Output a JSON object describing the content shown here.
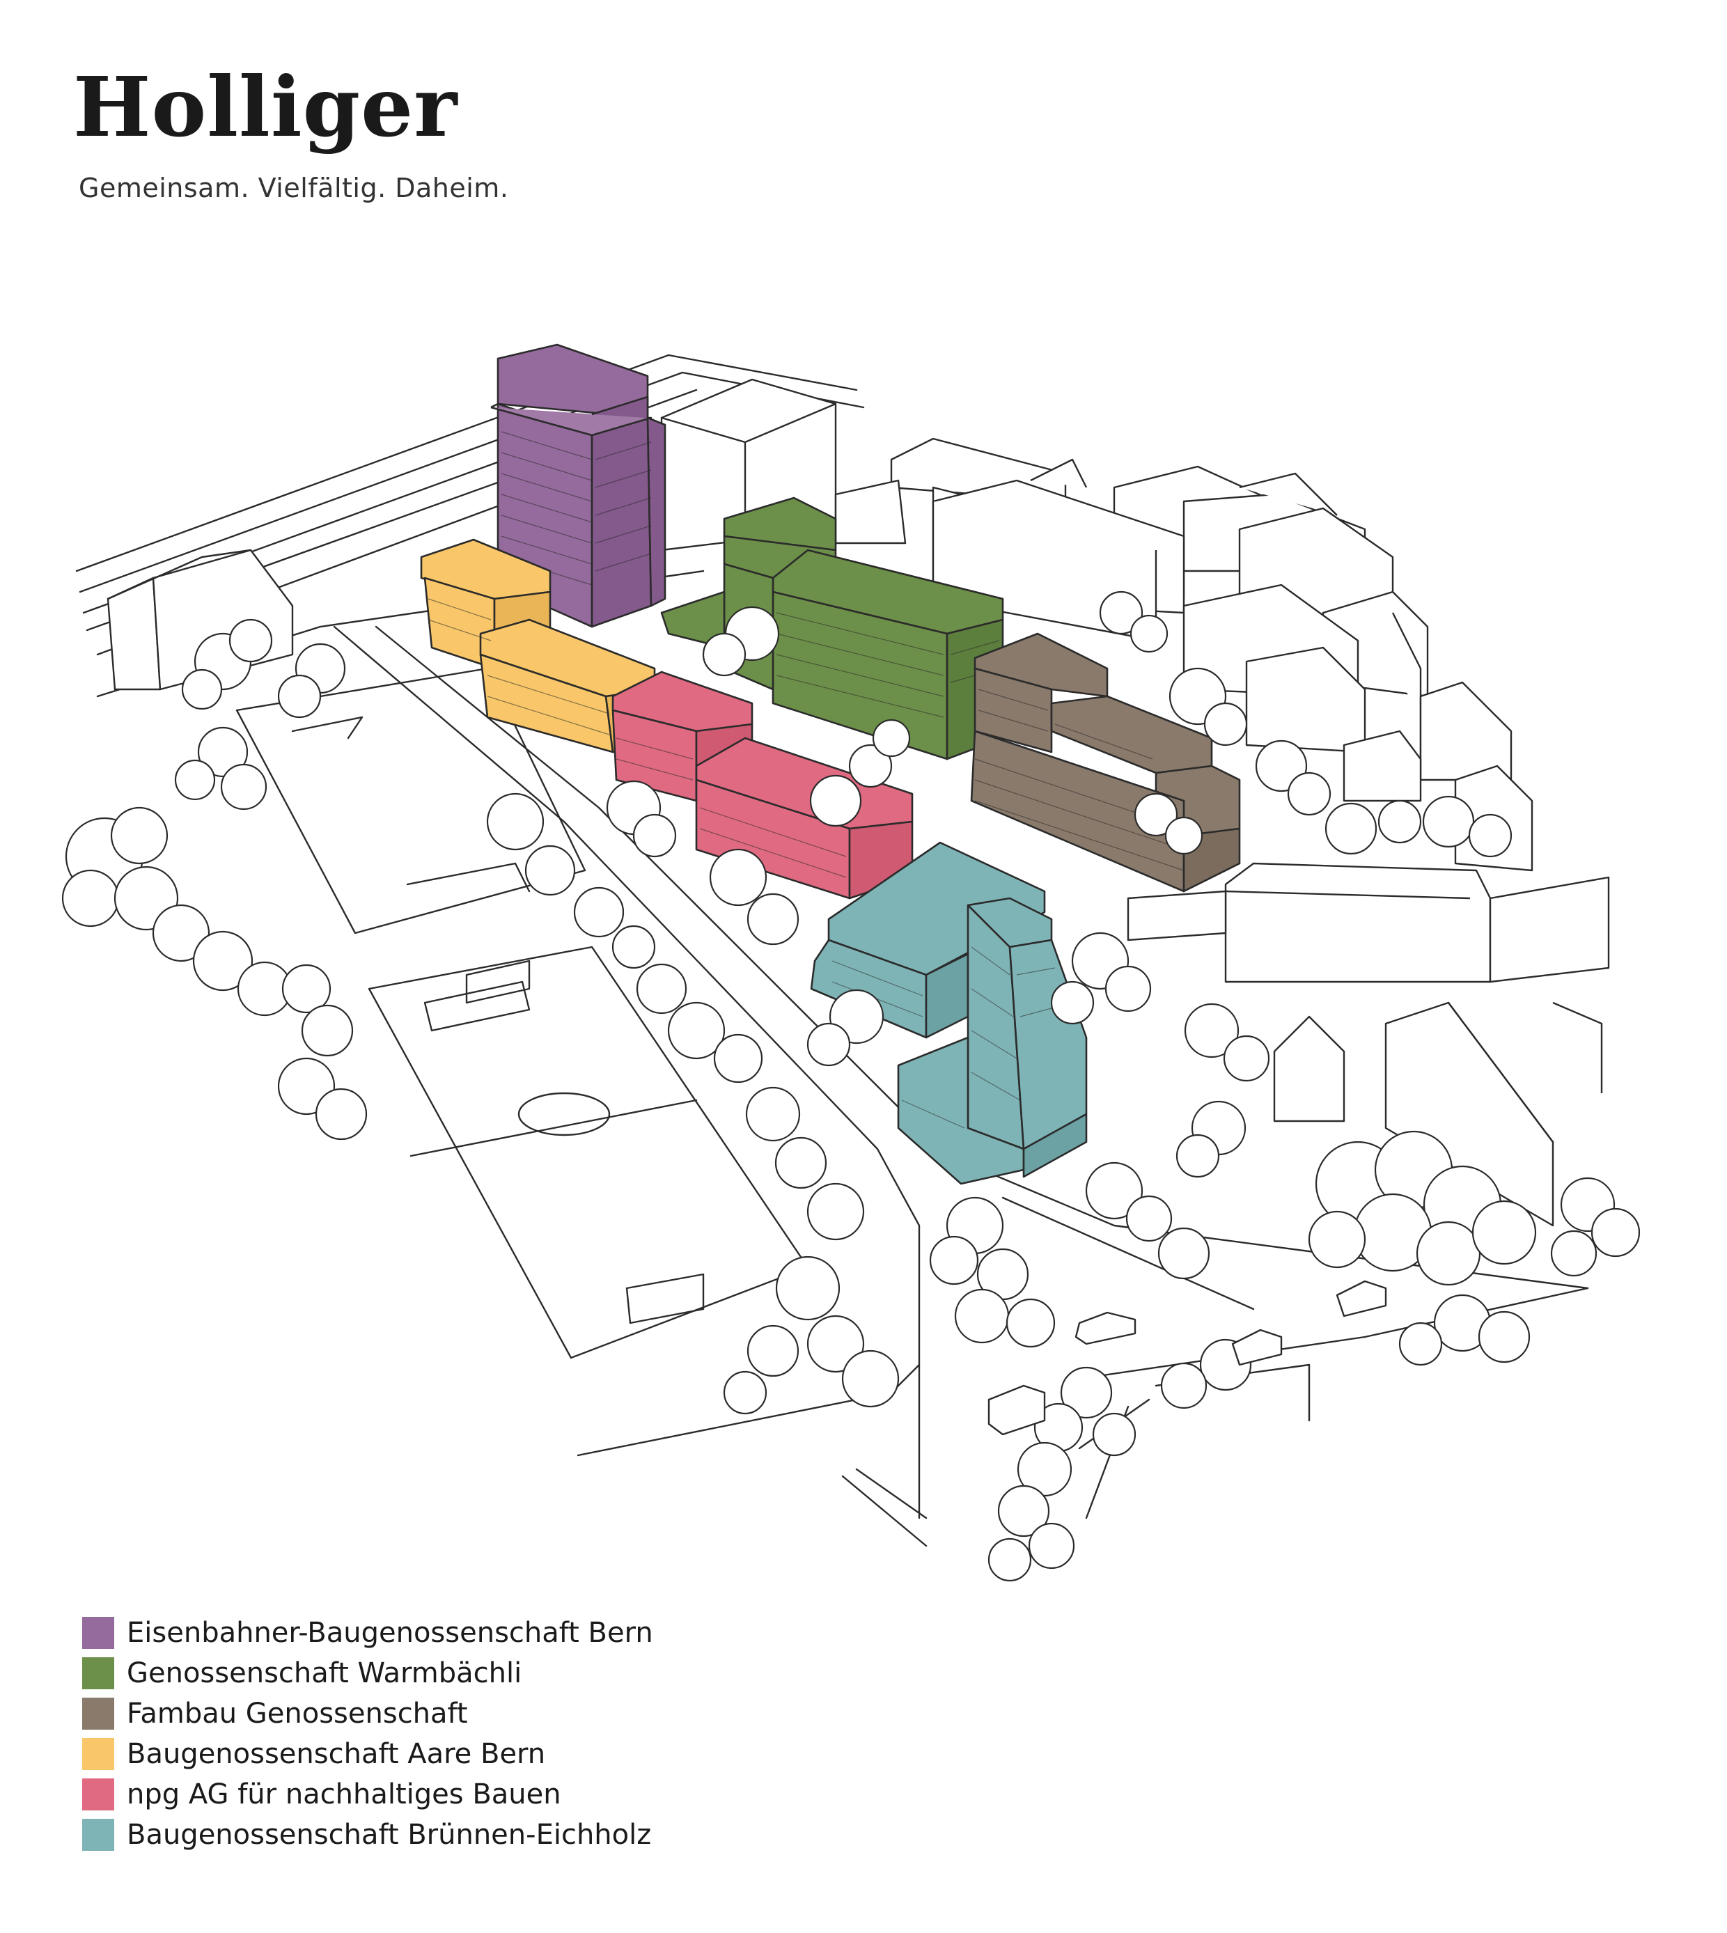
{
  "header": {
    "title": "Holliger",
    "subtitle": "Gemeinsam. Vielfältig. Daheim."
  },
  "legend": {
    "items": [
      {
        "label": "Eisenbahner-Baugenossenschaft Bern",
        "color": "#956a9c"
      },
      {
        "label": "Genossenschaft Warmbächli",
        "color": "#6c9049"
      },
      {
        "label": "Fambau Genossenschaft",
        "color": "#8a7a6b"
      },
      {
        "label": "Baugenossenschaft Aare Bern",
        "color": "#f9c769"
      },
      {
        "label": "npg AG für nachhaltiges Bauen",
        "color": "#e06a82"
      },
      {
        "label": "Baugenossenschaft Brünnen-Eichholz",
        "color": "#7fb4b6"
      }
    ]
  },
  "colors": {
    "line": "#2b2b2b",
    "background": "#ffffff"
  }
}
